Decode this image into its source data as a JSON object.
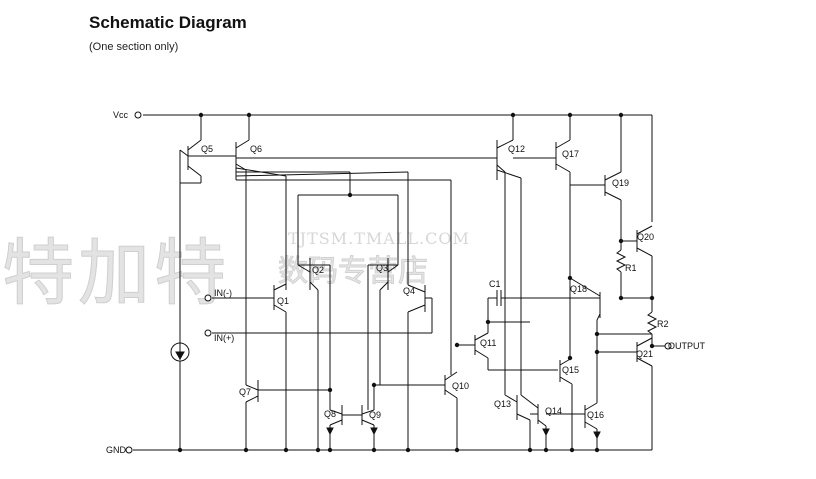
{
  "title": "Schematic Diagram",
  "subtitle": "(One section only)",
  "watermark": {
    "brand_large": "特加特",
    "brand_small": "数码专营店",
    "url": "TJTSM.TMALL.COM"
  },
  "nodes": {
    "vcc": "Vcc",
    "gnd": "GND",
    "in_minus": "IN(-)",
    "in_plus": "IN(+)",
    "output": "OUTPUT"
  },
  "components": {
    "q1": "Q1",
    "q2": "Q2",
    "q3": "Q3",
    "q4": "Q4",
    "q5": "Q5",
    "q6": "Q6",
    "q7": "Q7",
    "q8": "Q8",
    "q9": "Q9",
    "q10": "Q10",
    "q11": "Q11",
    "q12": "Q12",
    "q13": "Q13",
    "q14": "Q14",
    "q15": "Q15",
    "q16": "Q16",
    "q17": "Q17",
    "q18": "Q18",
    "q19": "Q19",
    "q20": "Q20",
    "q21": "Q21",
    "c1": "C1",
    "r1": "R1",
    "r2": "R2"
  }
}
